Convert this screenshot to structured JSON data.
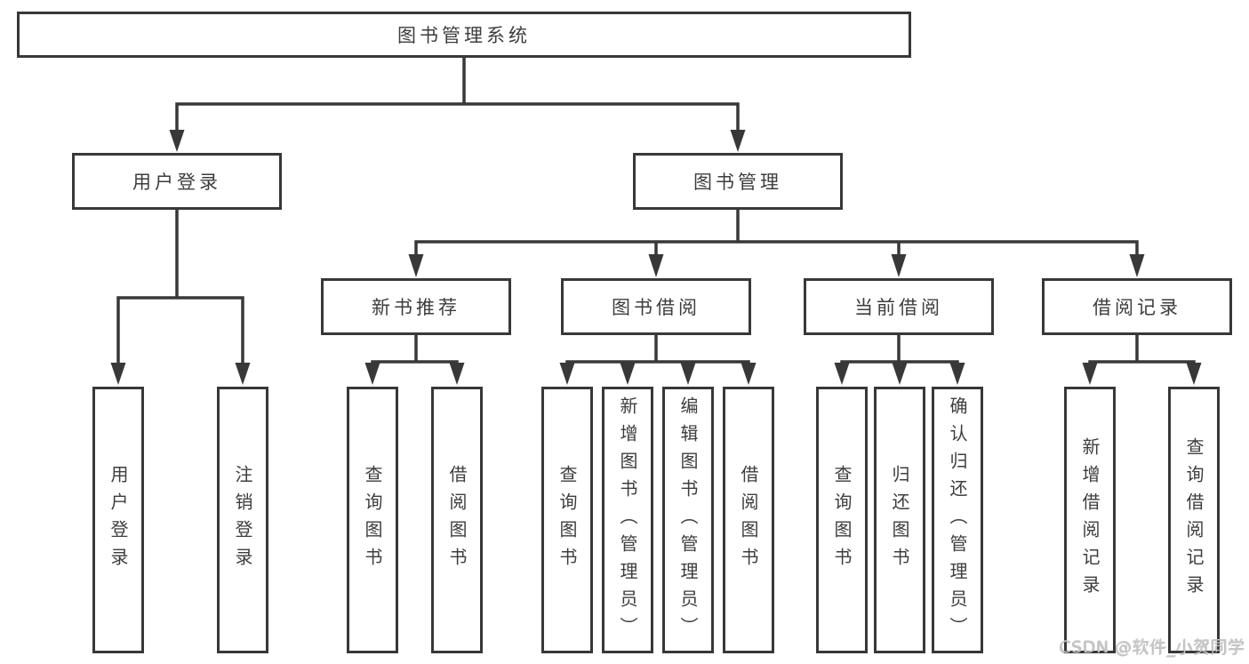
{
  "diagram_type": "hierarchy-tree",
  "tree": {
    "root": {
      "label": "图书管理系统"
    },
    "branches": [
      {
        "label": "用户登录",
        "children": [
          {
            "label": "用户登录"
          },
          {
            "label": "注销登录"
          }
        ]
      },
      {
        "label": "图书管理",
        "children": [
          {
            "label": "新书推荐",
            "children": [
              {
                "label": "查询图书"
              },
              {
                "label": "借阅图书"
              }
            ]
          },
          {
            "label": "图书借阅",
            "children": [
              {
                "label": "查询图书"
              },
              {
                "label": "新增图书（管理员）"
              },
              {
                "label": "编辑图书（管理员）"
              },
              {
                "label": "借阅图书"
              }
            ]
          },
          {
            "label": "当前借阅",
            "children": [
              {
                "label": "查询图书"
              },
              {
                "label": "归还图书"
              },
              {
                "label": "确认归还（管理员）"
              }
            ]
          },
          {
            "label": "借阅记录",
            "children": [
              {
                "label": "新增借阅记录"
              },
              {
                "label": "查询借阅记录"
              }
            ]
          }
        ]
      }
    ]
  },
  "watermark": "CSDN @软件_小贺同学",
  "colors": {
    "line": "#383838",
    "text": "#3d3d3d",
    "box_bg": "#ffffff",
    "page_bg": "#ffffff",
    "watermark": "#c6c6c6"
  }
}
